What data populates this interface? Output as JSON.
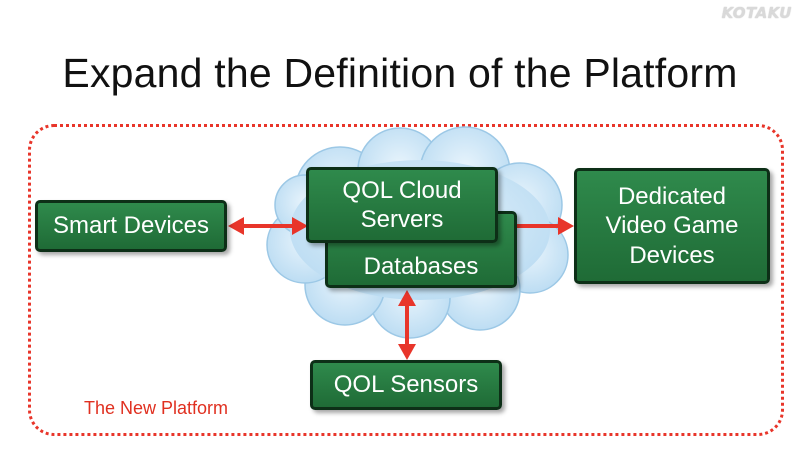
{
  "watermark": "KOTAKU",
  "title": "Expand the Definition of the Platform",
  "platform_label": "The New Platform",
  "nodes": {
    "smart_devices": "Smart Devices",
    "cloud_servers": "QOL Cloud\nServers",
    "databases": "Databases",
    "dedicated_devices": "Dedicated\nVideo Game\nDevices",
    "sensors": "QOL Sensors"
  },
  "colors": {
    "box_fill": "#2a7f44",
    "box_border": "#0d2f17",
    "arrow": "#e8352a",
    "cloud": "#c9e4f6",
    "platform_border": "#e8352a"
  }
}
